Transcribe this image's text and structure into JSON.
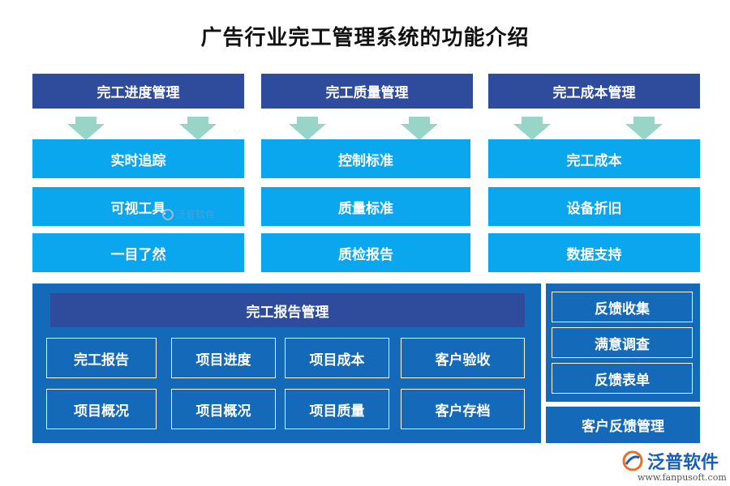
{
  "title": "广告行业完工管理系统的功能介绍",
  "columns": [
    {
      "header": "完工进度管理",
      "items": [
        "实时追踪",
        "可视工具",
        "一目了然"
      ]
    },
    {
      "header": "完工质量管理",
      "items": [
        "控制标准",
        "质量标准",
        "质检报告"
      ]
    },
    {
      "header": "完工成本管理",
      "items": [
        "完工成本",
        "设备折旧",
        "数据支持"
      ]
    }
  ],
  "report": {
    "header": "完工报告管理",
    "cells": [
      [
        "完工报告",
        "项目进度",
        "项目成本",
        "客户验收"
      ],
      [
        "项目概况",
        "项目概况",
        "项目质量",
        "客户存档"
      ]
    ]
  },
  "feedback": {
    "items": [
      "反馈收集",
      "满意调查",
      "反馈表单"
    ],
    "footer": "客户反馈管理"
  },
  "watermark": "泛普软件",
  "logo": {
    "name": "泛普软件",
    "url": "www.fanpusoft.com"
  },
  "colors": {
    "header": "#2e4b9c",
    "item": "#0aa6ee",
    "panel": "#1469b8",
    "arrow": "#98d4c8"
  }
}
